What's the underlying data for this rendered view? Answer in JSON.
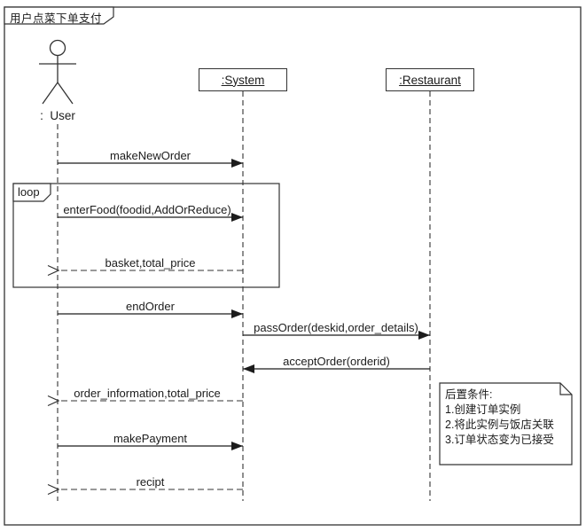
{
  "frame": {
    "title": "用户点菜下单支付"
  },
  "actor": {
    "label": ":  User"
  },
  "lifelines": [
    {
      "name": ":System"
    },
    {
      "name": ":Restaurant"
    }
  ],
  "fragment": {
    "operator": "loop"
  },
  "messages": [
    {
      "label": "makeNewOrder",
      "type": "sync",
      "from": "User",
      "to": "System"
    },
    {
      "label": "enterFood(foodid,AddOrReduce)",
      "type": "sync",
      "from": "User",
      "to": "System"
    },
    {
      "label": "basket,total_price",
      "type": "return",
      "from": "System",
      "to": "User"
    },
    {
      "label": "endOrder",
      "type": "sync",
      "from": "User",
      "to": "System"
    },
    {
      "label": "passOrder(deskid,order_details)",
      "type": "sync",
      "from": "System",
      "to": "Restaurant"
    },
    {
      "label": "acceptOrder(orderid)",
      "type": "sync",
      "from": "Restaurant",
      "to": "System"
    },
    {
      "label": "order_information,total_price",
      "type": "return",
      "from": "System",
      "to": "User"
    },
    {
      "label": "makePayment",
      "type": "sync",
      "from": "User",
      "to": "System"
    },
    {
      "label": "recipt",
      "type": "return",
      "from": "System",
      "to": "User"
    }
  ],
  "note": {
    "lines": [
      "后置条件:",
      "1.创建订单实例",
      "2.将此实例与饭店关联",
      "3.订单状态变为已接受"
    ]
  },
  "colors": {
    "line": "#333333",
    "background": "#ffffff"
  }
}
